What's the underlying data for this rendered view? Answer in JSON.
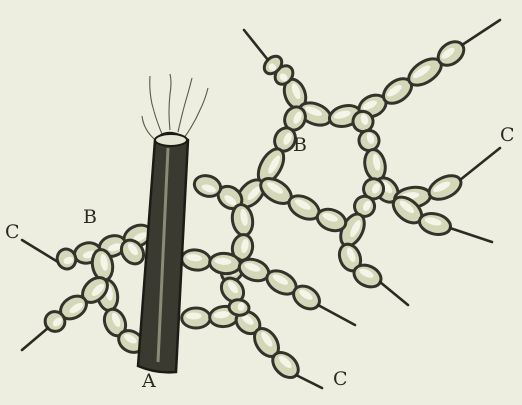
{
  "labels": {
    "stem": "A",
    "joint_upper": "B",
    "joint_left": "B",
    "tip_left": "C",
    "tip_right": "C",
    "tip_bottom": "C"
  }
}
